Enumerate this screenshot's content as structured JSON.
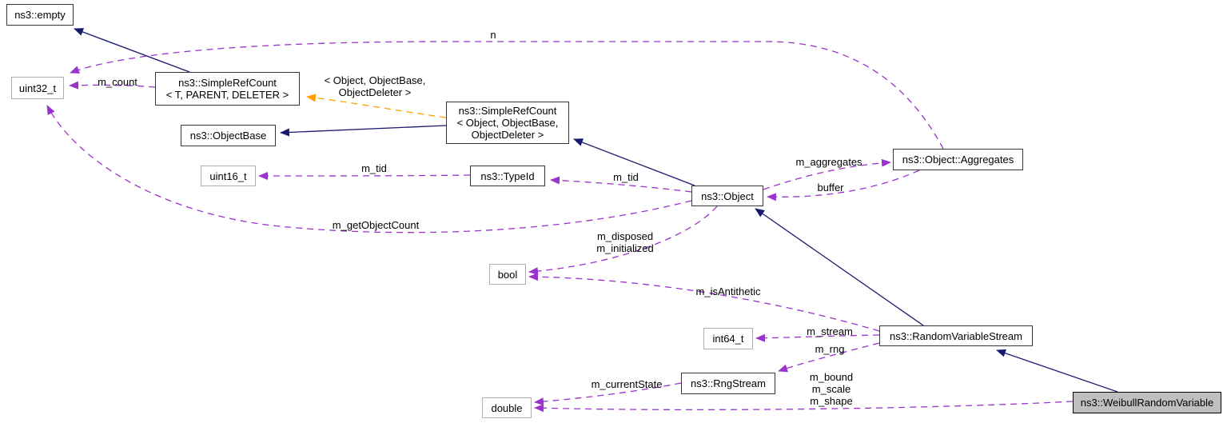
{
  "diagram_type": "doxygen-collaboration-graph",
  "nodes": {
    "empty": {
      "label": "ns3::empty"
    },
    "uint32_t": {
      "label": "uint32_t"
    },
    "simplerefcount_t": {
      "label": "ns3::SimpleRefCount\n< T, PARENT, DELETER >"
    },
    "objectbase": {
      "label": "ns3::ObjectBase"
    },
    "simplerefcount_object": {
      "label": "ns3::SimpleRefCount\n< Object, ObjectBase,\nObjectDeleter >"
    },
    "uint16_t": {
      "label": "uint16_t"
    },
    "typeid": {
      "label": "ns3::TypeId"
    },
    "object": {
      "label": "ns3::Object"
    },
    "aggregates": {
      "label": "ns3::Object::Aggregates"
    },
    "bool": {
      "label": "bool"
    },
    "int64_t": {
      "label": "int64_t"
    },
    "randomvariablestream": {
      "label": "ns3::RandomVariableStream"
    },
    "rngstream": {
      "label": "ns3::RngStream"
    },
    "double": {
      "label": "double"
    },
    "weibullrandomvariable": {
      "label": "ns3::WeibullRandomVariable"
    }
  },
  "edge_labels": {
    "n": {
      "label": "n"
    },
    "m_count": {
      "label": "m_count"
    },
    "template_args": {
      "label": "< Object, ObjectBase,\nObjectDeleter >"
    },
    "m_tid_uint16": {
      "label": "m_tid"
    },
    "m_tid_object": {
      "label": "m_tid"
    },
    "m_aggregates": {
      "label": "m_aggregates"
    },
    "buffer": {
      "label": "buffer"
    },
    "m_getObjectCount": {
      "label": "m_getObjectCount"
    },
    "m_disposed_initialized": {
      "label": "m_disposed\nm_initialized"
    },
    "m_isAntithetic": {
      "label": "m_isAntithetic"
    },
    "m_stream": {
      "label": "m_stream"
    },
    "m_rng": {
      "label": "m_rng"
    },
    "m_bound_scale_shape": {
      "label": "m_bound\nm_scale\nm_shape"
    },
    "m_currentState": {
      "label": "m_currentState"
    }
  },
  "colors": {
    "inheritance_edge": "#191970",
    "member_edge": "#9a32cd",
    "template_edge": "#ff9e00",
    "highlight_node_fill": "#bfbfbf",
    "node_border": "#373737",
    "primitive_node_border": "#aeaeae",
    "background": "#ffffff"
  }
}
